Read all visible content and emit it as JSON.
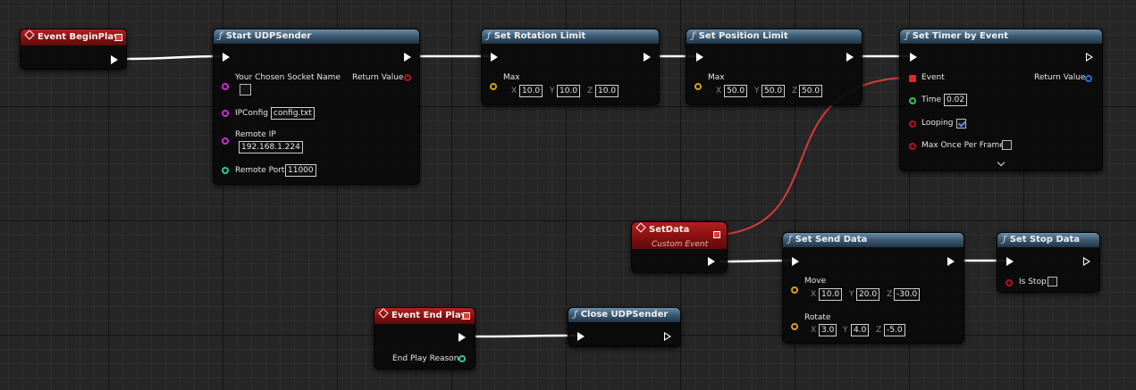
{
  "nodes": {
    "event_begin_play": {
      "title": "Event BeginPlay"
    },
    "start_udp_sender": {
      "title": "Start UDPSender",
      "socket_name_label": "Your Chosen Socket Name",
      "return_value_label": "Return Value",
      "ipconfig_label": "IPConfig",
      "ipconfig_value": "config.txt",
      "remote_ip_label": "Remote IP",
      "remote_ip_value": "192.168.1.224",
      "remote_port_label": "Remote Port",
      "remote_port_value": "11000"
    },
    "set_rotation_limit": {
      "title": "Set Rotation Limit",
      "max_label": "Max",
      "x_label": "X",
      "x": "10.0",
      "y_label": "Y",
      "y": "10.0",
      "z_label": "Z",
      "z": "10.0"
    },
    "set_position_limit": {
      "title": "Set Position Limit",
      "max_label": "Max",
      "x_label": "X",
      "x": "50.0",
      "y_label": "Y",
      "y": "50.0",
      "z_label": "Z",
      "z": "50.0"
    },
    "set_timer_by_event": {
      "title": "Set Timer by Event",
      "event_label": "Event",
      "return_value_label": "Return Value",
      "time_label": "Time",
      "time_value": "0.02",
      "looping_label": "Looping",
      "looping_checked": true,
      "max_once_label": "Max Once Per Frame",
      "max_once_checked": false
    },
    "set_data": {
      "title": "SetData",
      "subtitle": "Custom Event"
    },
    "set_send_data": {
      "title": "Set Send Data",
      "move_label": "Move",
      "move_x_label": "X",
      "move_x": "10.0",
      "move_y_label": "Y",
      "move_y": "20.0",
      "move_z_label": "Z",
      "move_z": "-30.0",
      "rotate_label": "Rotate",
      "rotate_x_label": "X",
      "rotate_x": "3.0",
      "rotate_y_label": "Y",
      "rotate_y": "4.0",
      "rotate_z_label": "Z",
      "rotate_z": "-5.0"
    },
    "set_stop_data": {
      "title": "Set Stop Data",
      "is_stop_label": "Is Stop",
      "is_stop_checked": false
    },
    "event_end_play": {
      "title": "Event End Play",
      "end_play_reason_label": "End Play Reason"
    },
    "close_udp_sender": {
      "title": "Close UDPSender"
    }
  },
  "icons": {
    "function": "function-icon",
    "event": "event-diamond-icon",
    "delegate": "delegate-pin-icon",
    "exec": "exec-pin-icon",
    "expand": "chevron-down-icon"
  },
  "colors": {
    "function_header": "#3e5d76",
    "event_header": "#8a1111",
    "exec_wire": "#ffffff",
    "delegate_wire": "#d63a3a",
    "string_pin": "#c72ec7",
    "int_pin": "#2fc99a",
    "vector_pin": "#d6a21a",
    "bool_pin": "#b4141a",
    "float_pin": "#2fcd3a",
    "object_pin": "#2a6fd6"
  }
}
